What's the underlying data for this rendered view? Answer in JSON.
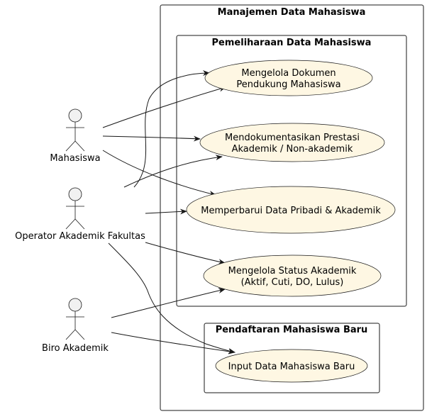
{
  "colors": {
    "use_case_fill": "#FEF7E3",
    "actor_fill": "#F1F1F1",
    "line": "#181818",
    "background": "#FFFFFF"
  },
  "system": {
    "title": "Manajemen Data Mahasiswa"
  },
  "packages": [
    {
      "id": "pemeliharaan",
      "title": "Pemeliharaan Data Mahasiswa"
    },
    {
      "id": "pendaftaran",
      "title": "Pendaftaran Mahasiswa Baru"
    }
  ],
  "actors": [
    {
      "id": "mahasiswa",
      "label": "Mahasiswa"
    },
    {
      "id": "operator",
      "label": "Operator Akademik Fakultas"
    },
    {
      "id": "biro",
      "label": "Biro Akademik"
    }
  ],
  "use_cases": [
    {
      "id": "dokumen",
      "lines": [
        "Mengelola Dokumen",
        "Pendukung Mahasiswa"
      ]
    },
    {
      "id": "prestasi",
      "lines": [
        "Mendokumentasikan Prestasi",
        "Akademik / Non-akademik"
      ]
    },
    {
      "id": "pribadi",
      "lines": [
        "Memperbarui Data Pribadi & Akademik"
      ]
    },
    {
      "id": "status",
      "lines": [
        "Mengelola Status Akademik",
        "(Aktif, Cuti, DO, Lulus)"
      ]
    },
    {
      "id": "input",
      "lines": [
        "Input Data Mahasiswa Baru"
      ]
    }
  ],
  "associations": [
    {
      "from": "mahasiswa",
      "to": "dokumen"
    },
    {
      "from": "mahasiswa",
      "to": "prestasi"
    },
    {
      "from": "mahasiswa",
      "to": "pribadi"
    },
    {
      "from": "operator",
      "to": "dokumen"
    },
    {
      "from": "operator",
      "to": "prestasi"
    },
    {
      "from": "operator",
      "to": "pribadi"
    },
    {
      "from": "operator",
      "to": "status"
    },
    {
      "from": "operator",
      "to": "input"
    },
    {
      "from": "biro",
      "to": "status"
    },
    {
      "from": "biro",
      "to": "input"
    }
  ]
}
